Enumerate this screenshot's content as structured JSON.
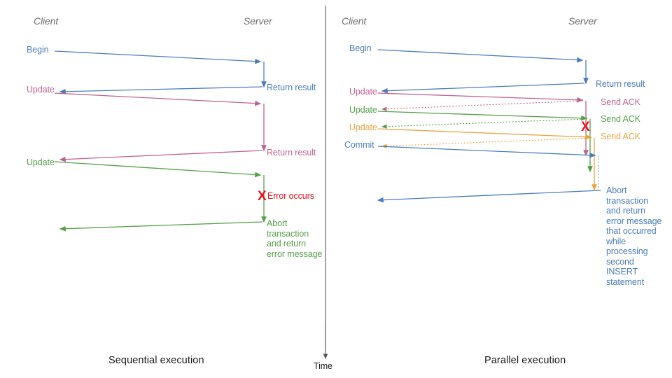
{
  "title": "Sequential vs Parallel transaction execution",
  "colors": {
    "blue": "#4a7ebb",
    "blue_light": "#7ba7d7",
    "pink": "#c0628f",
    "pink_light": "#d89ab8",
    "green": "#56a049",
    "green_light": "#8fc47e",
    "orange": "#e8a33d",
    "orange_light": "#f0bf74",
    "red": "#e8121a",
    "gray": "#6e6e6e",
    "black": "#1a1a1a",
    "divider": "#555555"
  },
  "panels": [
    {
      "id": "sequential",
      "caption": "Sequential execution",
      "actors": {
        "client": "Client",
        "server": "Server"
      },
      "client_labels": [
        {
          "text": "Begin",
          "color": "blue"
        },
        {
          "text": "Update",
          "color": "pink"
        },
        {
          "text": "Update",
          "color": "green"
        }
      ],
      "server_labels": [
        {
          "text": "Return result",
          "color": "blue"
        },
        {
          "text": "Return result",
          "color": "pink"
        },
        {
          "text": "Error occurs",
          "color": "red"
        },
        {
          "text": "Abort\ntransaction\nand return\nerror message",
          "color": "green"
        }
      ],
      "markers": [
        {
          "name": "error-x-marker",
          "glyph": "X",
          "color": "red"
        }
      ]
    },
    {
      "id": "parallel",
      "caption": "Parallel execution",
      "actors": {
        "client": "Client",
        "server": "Server"
      },
      "client_labels": [
        {
          "text": "Begin",
          "color": "blue"
        },
        {
          "text": "Update",
          "color": "pink"
        },
        {
          "text": "Update",
          "color": "green"
        },
        {
          "text": "Update",
          "color": "orange"
        },
        {
          "text": "Commit",
          "color": "blue"
        }
      ],
      "server_labels": [
        {
          "text": "Return result",
          "color": "blue"
        },
        {
          "text": "Send ACK",
          "color": "pink"
        },
        {
          "text": "Send ACK",
          "color": "green"
        },
        {
          "text": "Send ACK",
          "color": "orange"
        },
        {
          "text": "Abort\ntransaction\nand return\nerror message\nthat occurred\nwhile\nprocessing\nsecond\nINSERT\nstatement",
          "color": "blue"
        }
      ],
      "markers": [
        {
          "name": "error-x-marker",
          "glyph": "X",
          "color": "red"
        }
      ]
    }
  ],
  "time_axis": {
    "label": "Time",
    "direction": "down"
  }
}
